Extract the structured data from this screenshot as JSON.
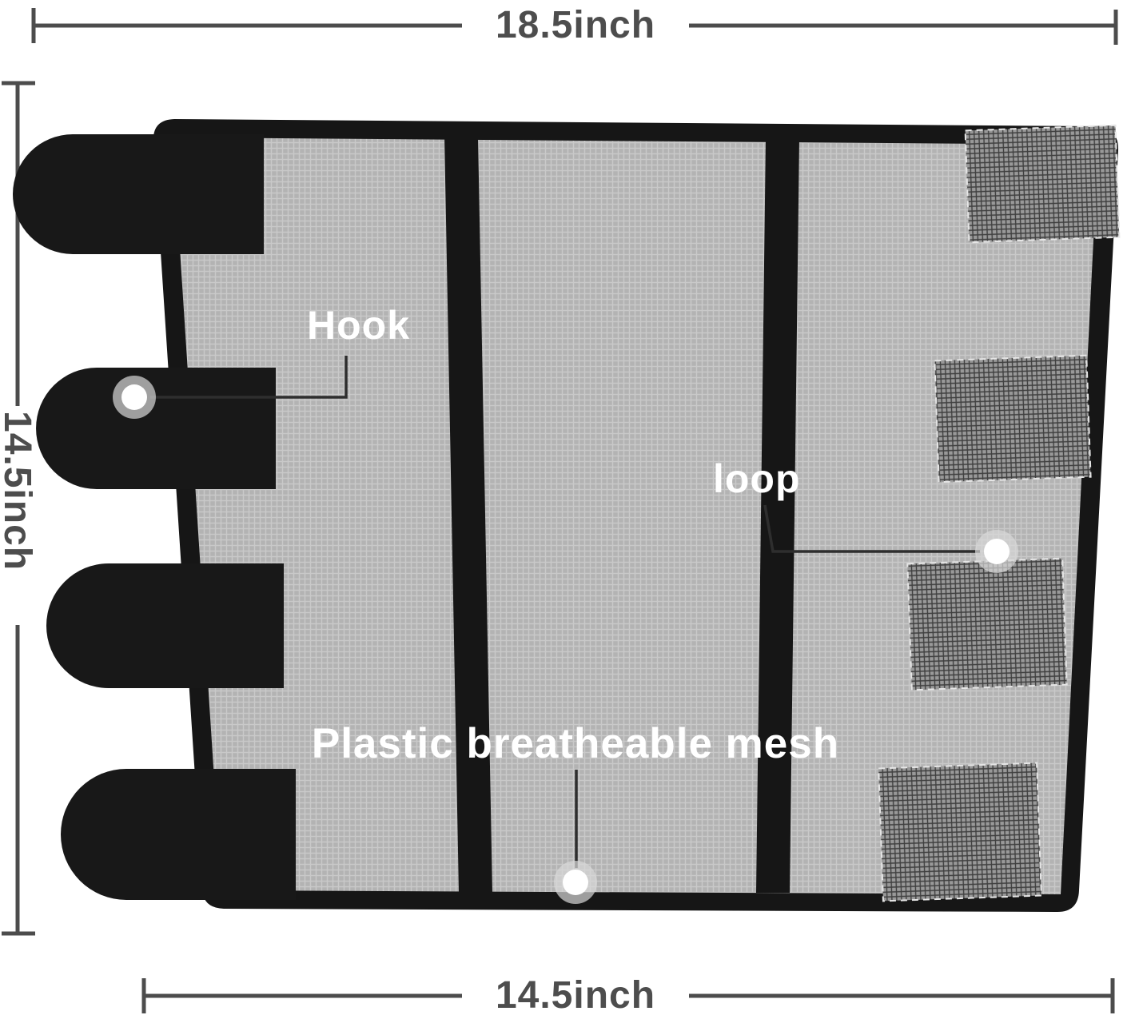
{
  "diagram": {
    "dimensions": {
      "top": "18.5inch",
      "left": "14.5inch",
      "bottom": "14.5inch"
    },
    "labels": {
      "hook": "Hook",
      "loop": "loop",
      "mesh": "Plastic breatheable mesh"
    },
    "colors": {
      "background": "#ffffff",
      "dimension_text": "#4d4d4d",
      "dimension_line": "#4c4c4c",
      "product_black": "#161616",
      "mesh_light": "#b3b3b3",
      "mesh_dark": "#999999",
      "patch_outline": "#e6e6e6",
      "callout_text": "#ffffff",
      "callout_line": "#2e2e2e",
      "callout_dot": "#ffffff"
    }
  }
}
